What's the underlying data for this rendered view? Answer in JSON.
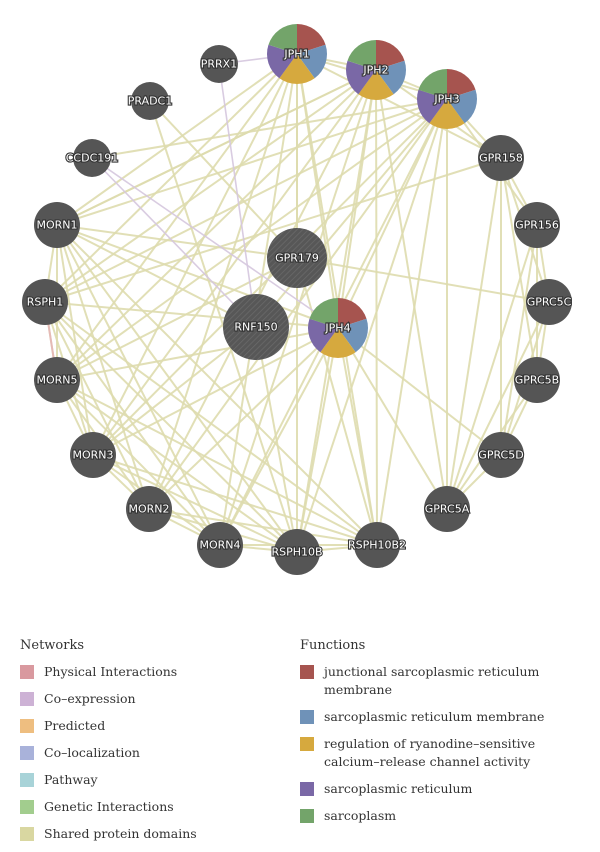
{
  "nodes": [
    {
      "id": "JPH1",
      "pie": true
    },
    {
      "id": "JPH2",
      "pie": true
    },
    {
      "id": "JPH3",
      "pie": true
    },
    {
      "id": "JPH4",
      "pie": true
    },
    {
      "id": "PRRX1"
    },
    {
      "id": "PRADC1"
    },
    {
      "id": "CCDC191"
    },
    {
      "id": "MORN1"
    },
    {
      "id": "RSPH1"
    },
    {
      "id": "MORN5"
    },
    {
      "id": "MORN3"
    },
    {
      "id": "MORN2"
    },
    {
      "id": "MORN4"
    },
    {
      "id": "RSPH10B"
    },
    {
      "id": "RSPH10B2"
    },
    {
      "id": "GPRC5A"
    },
    {
      "id": "GPRC5D"
    },
    {
      "id": "GPRC5B"
    },
    {
      "id": "GPRC5C"
    },
    {
      "id": "GPR156"
    },
    {
      "id": "GPR158"
    },
    {
      "id": "GPR179",
      "hatched": true
    },
    {
      "id": "RNF150",
      "hatched": true
    }
  ],
  "edges_shared_domains": [
    [
      "JPH1",
      "JPH2"
    ],
    [
      "JPH1",
      "JPH3"
    ],
    [
      "JPH2",
      "JPH3"
    ],
    [
      "JPH1",
      "JPH4"
    ],
    [
      "JPH2",
      "JPH4"
    ],
    [
      "JPH3",
      "JPH4"
    ],
    [
      "JPH1",
      "MORN1"
    ],
    [
      "JPH1",
      "RSPH1"
    ],
    [
      "JPH1",
      "MORN5"
    ],
    [
      "JPH1",
      "MORN3"
    ],
    [
      "JPH1",
      "MORN2"
    ],
    [
      "JPH1",
      "MORN4"
    ],
    [
      "JPH1",
      "RSPH10B"
    ],
    [
      "JPH1",
      "RSPH10B2"
    ],
    [
      "JPH2",
      "MORN1"
    ],
    [
      "JPH2",
      "RSPH1"
    ],
    [
      "JPH2",
      "MORN5"
    ],
    [
      "JPH2",
      "MORN3"
    ],
    [
      "JPH2",
      "MORN2"
    ],
    [
      "JPH2",
      "MORN4"
    ],
    [
      "JPH2",
      "RSPH10B"
    ],
    [
      "JPH2",
      "RSPH10B2"
    ],
    [
      "JPH3",
      "MORN1"
    ],
    [
      "JPH3",
      "RSPH1"
    ],
    [
      "JPH3",
      "MORN5"
    ],
    [
      "JPH3",
      "MORN3"
    ],
    [
      "JPH3",
      "MORN2"
    ],
    [
      "JPH3",
      "MORN4"
    ],
    [
      "JPH3",
      "RSPH10B"
    ],
    [
      "JPH3",
      "RSPH10B2"
    ],
    [
      "JPH4",
      "MORN1"
    ],
    [
      "JPH4",
      "RSPH1"
    ],
    [
      "JPH4",
      "MORN5"
    ],
    [
      "JPH4",
      "MORN3"
    ],
    [
      "JPH4",
      "MORN2"
    ],
    [
      "JPH4",
      "MORN4"
    ],
    [
      "JPH4",
      "RSPH10B"
    ],
    [
      "JPH4",
      "RSPH10B2"
    ],
    [
      "JPH1",
      "GPR158"
    ],
    [
      "JPH2",
      "GPR158"
    ],
    [
      "JPH3",
      "GPR158"
    ],
    [
      "JPH3",
      "GPR156"
    ],
    [
      "JPH2",
      "GPRC5A"
    ],
    [
      "JPH1",
      "GPR179"
    ],
    [
      "JPH3",
      "GPRC5A"
    ],
    [
      "PRADC1",
      "RSPH10B"
    ],
    [
      "PRADC1",
      "GPR179"
    ],
    [
      "MORN1",
      "RSPH1"
    ],
    [
      "MORN1",
      "MORN5"
    ],
    [
      "MORN1",
      "MORN3"
    ],
    [
      "MORN1",
      "MORN2"
    ],
    [
      "MORN1",
      "MORN4"
    ],
    [
      "MORN1",
      "RSPH10B"
    ],
    [
      "MORN1",
      "RSPH10B2"
    ],
    [
      "RSPH1",
      "MORN5"
    ],
    [
      "RSPH1",
      "MORN3"
    ],
    [
      "RSPH1",
      "MORN2"
    ],
    [
      "RSPH1",
      "MORN4"
    ],
    [
      "RSPH1",
      "RSPH10B"
    ],
    [
      "RSPH1",
      "RSPH10B2"
    ],
    [
      "MORN5",
      "MORN3"
    ],
    [
      "MORN5",
      "MORN2"
    ],
    [
      "MORN5",
      "MORN4"
    ],
    [
      "MORN5",
      "RSPH10B"
    ],
    [
      "MORN5",
      "RSPH10B2"
    ],
    [
      "MORN3",
      "MORN2"
    ],
    [
      "MORN3",
      "MORN4"
    ],
    [
      "MORN3",
      "RSPH10B"
    ],
    [
      "MORN3",
      "RSPH10B2"
    ],
    [
      "MORN2",
      "MORN4"
    ],
    [
      "MORN2",
      "RSPH10B"
    ],
    [
      "MORN2",
      "RSPH10B2"
    ],
    [
      "MORN4",
      "RSPH10B"
    ],
    [
      "MORN4",
      "RSPH10B2"
    ],
    [
      "RSPH10B",
      "RSPH10B2"
    ],
    [
      "GPR158",
      "GPR156"
    ],
    [
      "GPR158",
      "GPRC5C"
    ],
    [
      "GPR158",
      "GPRC5B"
    ],
    [
      "GPR158",
      "GPRC5D"
    ],
    [
      "GPR158",
      "GPRC5A"
    ],
    [
      "GPR156",
      "GPRC5C"
    ],
    [
      "GPR156",
      "GPRC5B"
    ],
    [
      "GPR156",
      "GPRC5D"
    ],
    [
      "GPR156",
      "GPRC5A"
    ],
    [
      "GPRC5C",
      "GPRC5B"
    ],
    [
      "GPRC5C",
      "GPRC5D"
    ],
    [
      "GPRC5C",
      "GPRC5A"
    ],
    [
      "GPRC5B",
      "GPRC5D"
    ],
    [
      "GPRC5B",
      "GPRC5A"
    ],
    [
      "GPRC5D",
      "GPRC5A"
    ],
    [
      "GPR179",
      "MORN1"
    ],
    [
      "GPR179",
      "MORN5"
    ],
    [
      "GPR179",
      "RSPH10B2"
    ],
    [
      "GPR179",
      "GPRC5C"
    ],
    [
      "RNF150",
      "MORN3"
    ],
    [
      "RNF150",
      "RSPH10B"
    ],
    [
      "RNF150",
      "JPH3"
    ],
    [
      "RNF150",
      "MORN1"
    ],
    [
      "JPH4",
      "GPRC5A"
    ],
    [
      "JPH4",
      "GPRC5D"
    ],
    [
      "CCDC191",
      "JPH3"
    ],
    [
      "MORN1",
      "JPH2"
    ],
    [
      "RSPH1",
      "GPR158"
    ]
  ],
  "edges_coexpression": [
    [
      "PRRX1",
      "RNF150"
    ],
    [
      "PRRX1",
      "JPH1"
    ],
    [
      "CCDC191",
      "RNF150"
    ],
    [
      "CCDC191",
      "JPH4"
    ]
  ],
  "edges_physical": [
    [
      "RSPH1",
      "MORN5"
    ]
  ],
  "legend": {
    "networks_title": "Networks",
    "networks": [
      {
        "label": "Physical Interactions",
        "color": "#d9999f"
      },
      {
        "label": "Co–expression",
        "color": "#cdb2d5"
      },
      {
        "label": "Predicted",
        "color": "#eebe80"
      },
      {
        "label": "Co–localization",
        "color": "#a9b2da"
      },
      {
        "label": "Pathway",
        "color": "#a8d3d8"
      },
      {
        "label": "Genetic Interactions",
        "color": "#a2cd8e"
      },
      {
        "label": "Shared protein domains",
        "color": "#d9d7a1"
      }
    ],
    "functions_title": "Functions",
    "functions": [
      {
        "label": "junctional sarcoplasmic reticulum membrane",
        "color": "#a6544f"
      },
      {
        "label": "sarcoplasmic reticulum membrane",
        "color": "#6f92b8"
      },
      {
        "label": "regulation of ryanodine–sensitive calcium–release channel activity",
        "color": "#d6a93e"
      },
      {
        "label": "sarcoplasmic reticulum",
        "color": "#7a68a6"
      },
      {
        "label": "sarcoplasm",
        "color": "#73a46a"
      }
    ]
  },
  "colors": {
    "node_fill": "#555555",
    "shared_domain_edge": "#dedcae",
    "coexpression_edge": "#d5c6de",
    "physical_edge": "#e6b6b6"
  }
}
